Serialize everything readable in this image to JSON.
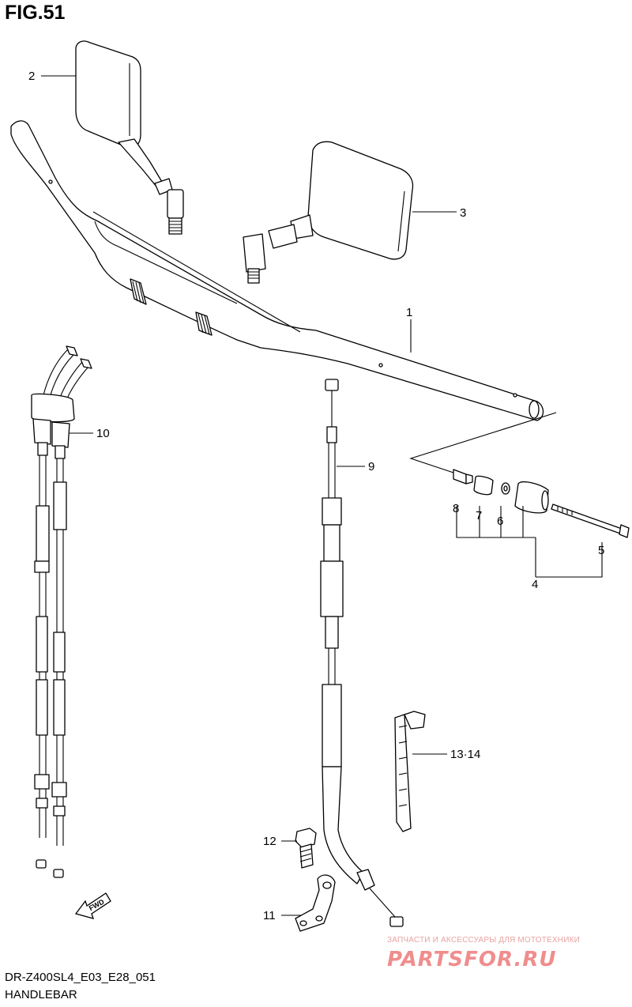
{
  "figure": {
    "title": "FIG.51"
  },
  "footer": {
    "model_code": "DR-Z400SL4_E03_E28_051",
    "section_name": "HANDLEBAR"
  },
  "callouts": {
    "c1": "1",
    "c2": "2",
    "c3": "3",
    "c4": "4",
    "c5": "5",
    "c6": "6",
    "c7": "7",
    "c8": "8",
    "c9": "9",
    "c10": "10",
    "c11": "11",
    "c12": "12",
    "c1314": "13·14"
  },
  "fwd_label": "FWD",
  "watermark": {
    "tagline": "ЗАПЧАСТИ И АКСЕССУАРЫ ДЛЯ МОТОТЕХНИКИ",
    "site": "PARTSFOR.RU"
  }
}
